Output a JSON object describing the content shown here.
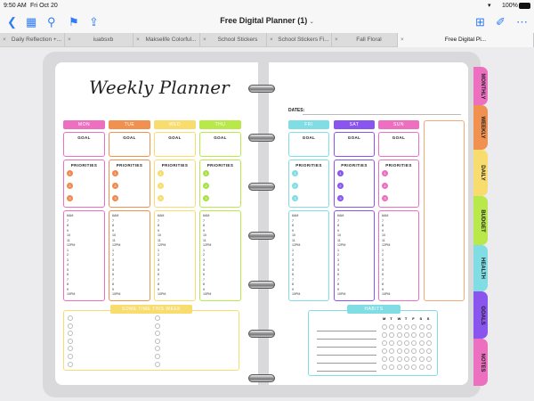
{
  "status": {
    "time": "9:50 AM",
    "date": "Fri Oct 20",
    "battery": "100%"
  },
  "toolbar": {
    "title": "Free Digital Planner (1)"
  },
  "tabs": [
    "Daily Reflection +...",
    "iuabsxb",
    "Makselife Colorful...",
    "School Stickers",
    "School Stickers Fi...",
    "Fall Floral",
    "Free Digital Pl..."
  ],
  "planner": {
    "title": "Weekly Planner",
    "dates_label": "DATES:",
    "goal_label": "GOAL",
    "priorities_label": "PRIORITIES",
    "hours": [
      "6AM",
      "7",
      "8",
      "9",
      "10",
      "11",
      "12PM",
      "1",
      "2",
      "3",
      "4",
      "5",
      "6",
      "7",
      "8",
      "9",
      "10PM"
    ],
    "left_days": [
      {
        "name": "MON",
        "color": "#ec6fc0",
        "dot": "#ee8a4e"
      },
      {
        "name": "TUE",
        "color": "#f0914f",
        "dot": "#ee8a4e"
      },
      {
        "name": "WED",
        "color": "#f8dc6e",
        "dot": "#f8dc6e"
      },
      {
        "name": "THU",
        "color": "#b8e84a",
        "dot": "#a8e04a"
      }
    ],
    "right_days": [
      {
        "name": "FRI",
        "color": "#7fdde3",
        "dot": "#7fdde3"
      },
      {
        "name": "SAT",
        "color": "#8a55ee",
        "dot": "#8a55ee"
      },
      {
        "name": "SUN",
        "color": "#ec6fc0",
        "dot": "#ec6fc0"
      }
    ],
    "some_time_label": "SOME TIME THIS WEEK",
    "habits_label": "HABITS",
    "habit_days": [
      "M",
      "T",
      "W",
      "T",
      "F",
      "S",
      "S"
    ]
  },
  "side_tabs": [
    {
      "label": "MONTHLY",
      "color": "#ec6fc0"
    },
    {
      "label": "WEEKLY",
      "color": "#f0914f"
    },
    {
      "label": "DAILY",
      "color": "#f8dc6e"
    },
    {
      "label": "BUDGET",
      "color": "#b8e84a"
    },
    {
      "label": "HEALTH",
      "color": "#7fdde3"
    },
    {
      "label": "GOALS",
      "color": "#8a55ee"
    },
    {
      "label": "NOTES",
      "color": "#ec6fc0"
    }
  ]
}
